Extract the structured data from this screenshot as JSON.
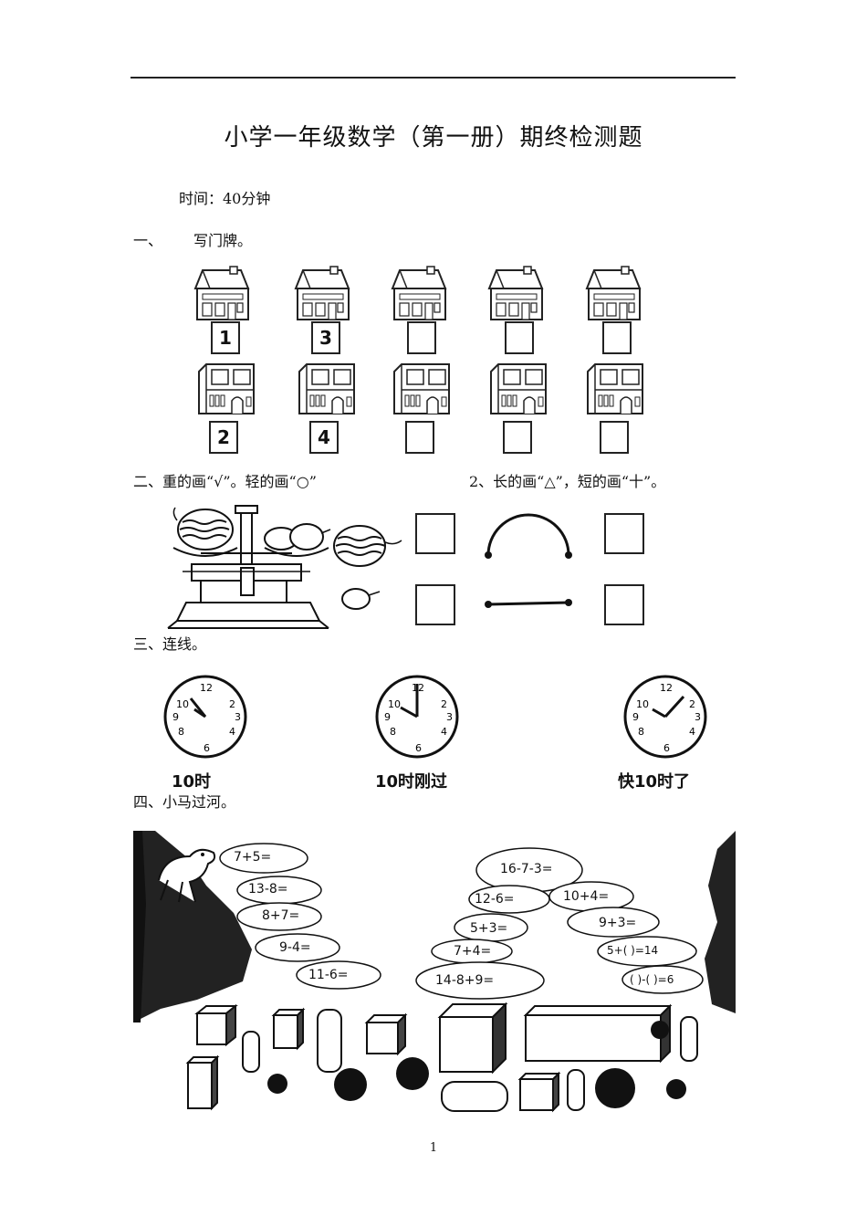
{
  "title": "小学一年级数学（第一册）期终检测题",
  "time_label": "时间：40分钟",
  "section1": {
    "label": "一、",
    "text": "写门牌。",
    "top_row": [
      "1",
      "3",
      "",
      "",
      ""
    ],
    "bottom_row": [
      "2",
      "4",
      "",
      "",
      ""
    ]
  },
  "section2": {
    "left": "二、重的画“√”。轻的画“○”",
    "right": "2、长的画“△”，短的画“十”。"
  },
  "section3": {
    "label": "三、连线。",
    "clocks": [
      "10时",
      "10时刚过",
      "快10时了"
    ]
  },
  "section4": {
    "label": "四、小马过河。",
    "stones": [
      "7+5=",
      "13-8=",
      "8+7=",
      "9-4=",
      "11-6=",
      "16-7-3=",
      "12-6=",
      "10+4=",
      "5+3=",
      "9+3=",
      "7+4=",
      "5+( )=14",
      "14-8+9=",
      "( )-( )=6"
    ]
  },
  "page_number": "1"
}
